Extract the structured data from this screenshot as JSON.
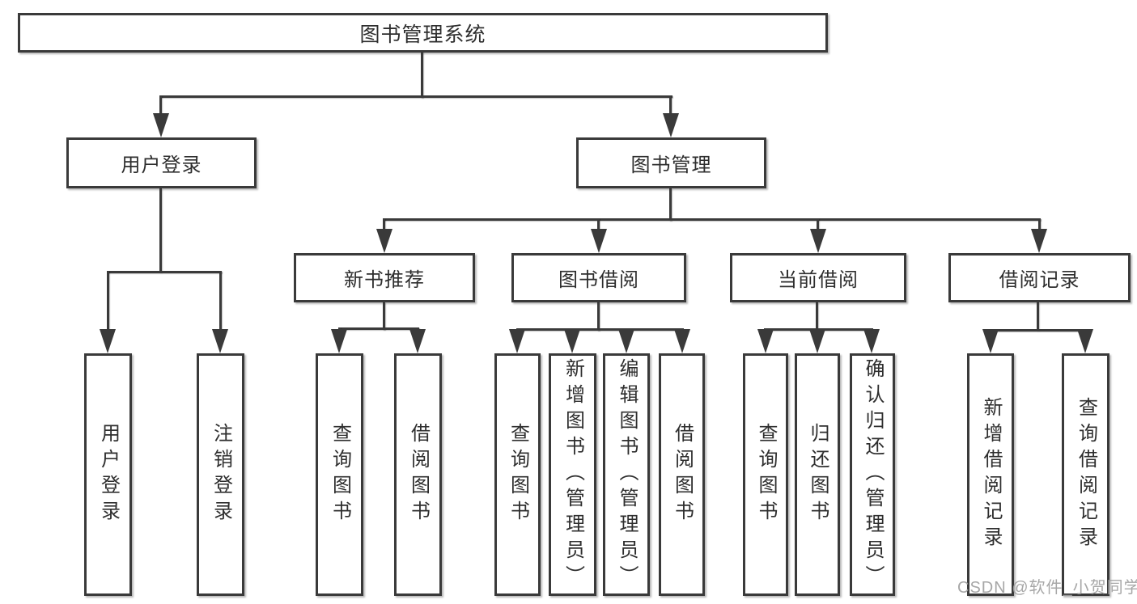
{
  "diagram": {
    "root": "图书管理系统",
    "level2": {
      "user_login": "用户登录",
      "book_mgmt": "图书管理"
    },
    "level3": {
      "new_book_rec": "新书推荐",
      "book_borrow": "图书借阅",
      "current_borrow": "当前借阅",
      "borrow_record": "借阅记录"
    },
    "leaves": {
      "user_login": "用户登录",
      "logout": "注销登录",
      "rec_query_book": "查询图书",
      "rec_borrow_book": "借阅图书",
      "bb_query_book": "查询图书",
      "bb_add_book": "新增图书（管理员）",
      "bb_edit_book": "编辑图书（管理员）",
      "bb_borrow_book": "借阅图书",
      "cb_query_book": "查询图书",
      "cb_return_book": "归还图书",
      "cb_confirm_return": "确认归还（管理员）",
      "br_add_record": "新增借阅记录",
      "br_query_record": "查询借阅记录"
    },
    "watermark": "CSDN @软件_小贺同学"
  },
  "colors": {
    "line": "#3a3a3a",
    "box_background": "#ffffff",
    "text": "#2e2e2e",
    "watermark": "#a0a0a0",
    "page_background": "#ffffff"
  }
}
